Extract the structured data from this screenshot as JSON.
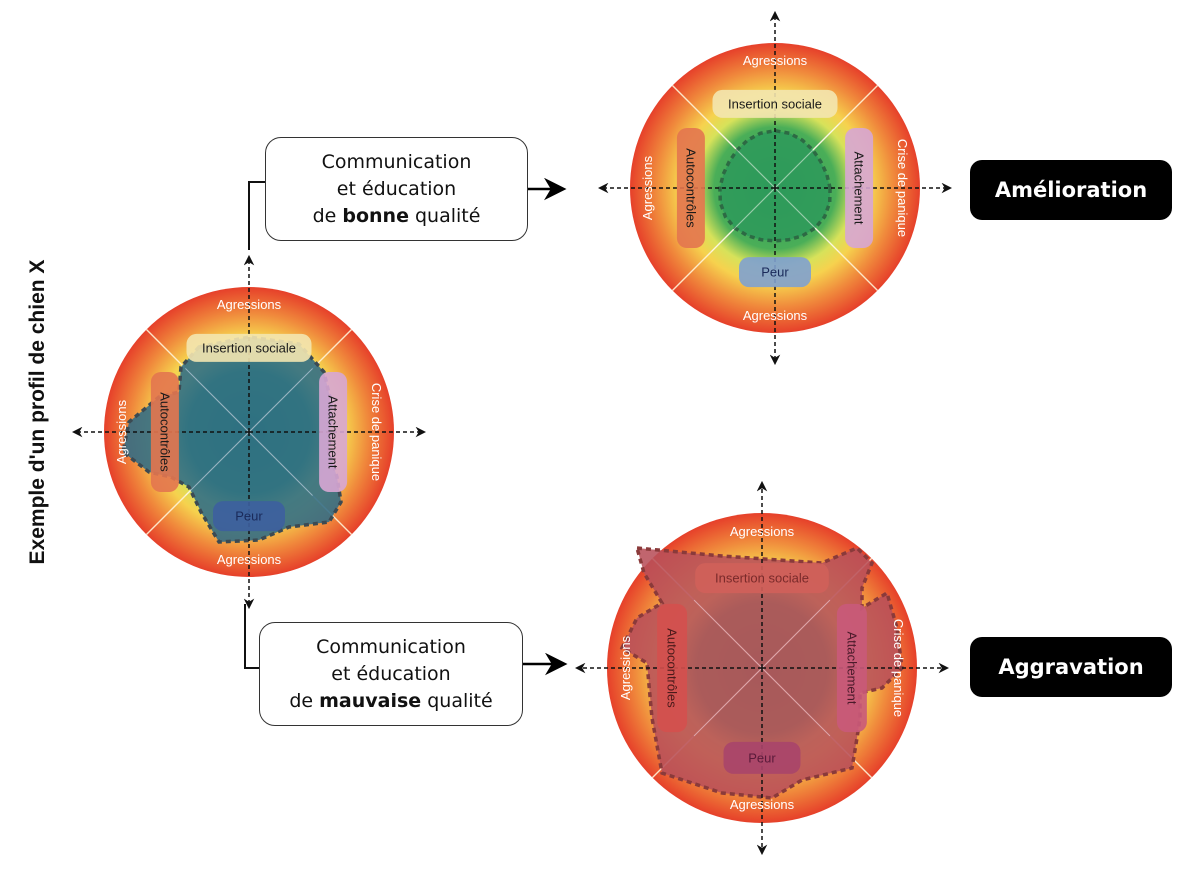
{
  "title": "Exemple d'un profil de chien X",
  "sector_labels": {
    "top": "Agressions",
    "bottom": "Agressions",
    "left": "Agressions",
    "right": "Crise de panique"
  },
  "inner_labels": {
    "top": "Insertion sociale",
    "left": "Autocontrôles",
    "right": "Attachement",
    "bottom": "Peur"
  },
  "diagrams": [
    {
      "id": "initial-profile",
      "top_sector_label": "Agressions",
      "bottom_sector_label": "Agressions",
      "profile_fill": "#2f6b86",
      "profile_stroke": "#3c4a52"
    },
    {
      "id": "improvement-profile",
      "top_sector_label": "Agressions",
      "bottom_sector_label": "Agressions",
      "profile_fill": "#2e9a5a",
      "profile_stroke": "#2d6a44"
    },
    {
      "id": "aggravation-profile",
      "top_sector_label": "Agressions",
      "bottom_sector_label": "Agressions",
      "profile_fill": "#b8505a",
      "profile_stroke": "#8a3a3a"
    }
  ],
  "transitions": [
    {
      "line1": "Communication",
      "line2": "et éducation",
      "line3_prefix": "de ",
      "line3_bold": "bonne",
      "line3_suffix": " qualité",
      "outcome": "Amélioration"
    },
    {
      "line1": "Communication",
      "line2": "et éducation",
      "line3_prefix": "de ",
      "line3_bold": "mauvaise",
      "line3_suffix": " qualité",
      "outcome": "Aggravation"
    }
  ],
  "colors": {
    "outer_ring": "#e8412a",
    "mid_ring": "#f5c84a",
    "inner_green": "#3fa860",
    "insertion_label_bg": "#f3e6b0",
    "autocontroles_label_bg": "#e3764f",
    "attachement_label_bg": "#d7a6d4",
    "peur_label_bg": "#7fa1d0",
    "badge_bg": "#000000",
    "badge_text": "#ffffff"
  }
}
